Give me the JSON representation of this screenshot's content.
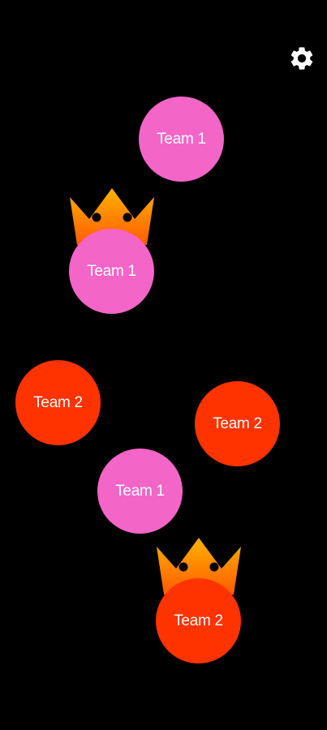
{
  "settings": {
    "icon": "gear-icon",
    "color": "#ffffff"
  },
  "colors": {
    "background": "#000000",
    "team1": "#f465c8",
    "team2": "#ff3300",
    "crown_top": "#ffb300",
    "crown_bottom": "#ff5a00"
  },
  "players": [
    {
      "label": "Team 1",
      "team": 1,
      "leader": false
    },
    {
      "label": "Team 1",
      "team": 1,
      "leader": true
    },
    {
      "label": "Team 2",
      "team": 2,
      "leader": false
    },
    {
      "label": "Team 2",
      "team": 2,
      "leader": false
    },
    {
      "label": "Team 1",
      "team": 1,
      "leader": false
    },
    {
      "label": "Team 2",
      "team": 2,
      "leader": true
    }
  ]
}
